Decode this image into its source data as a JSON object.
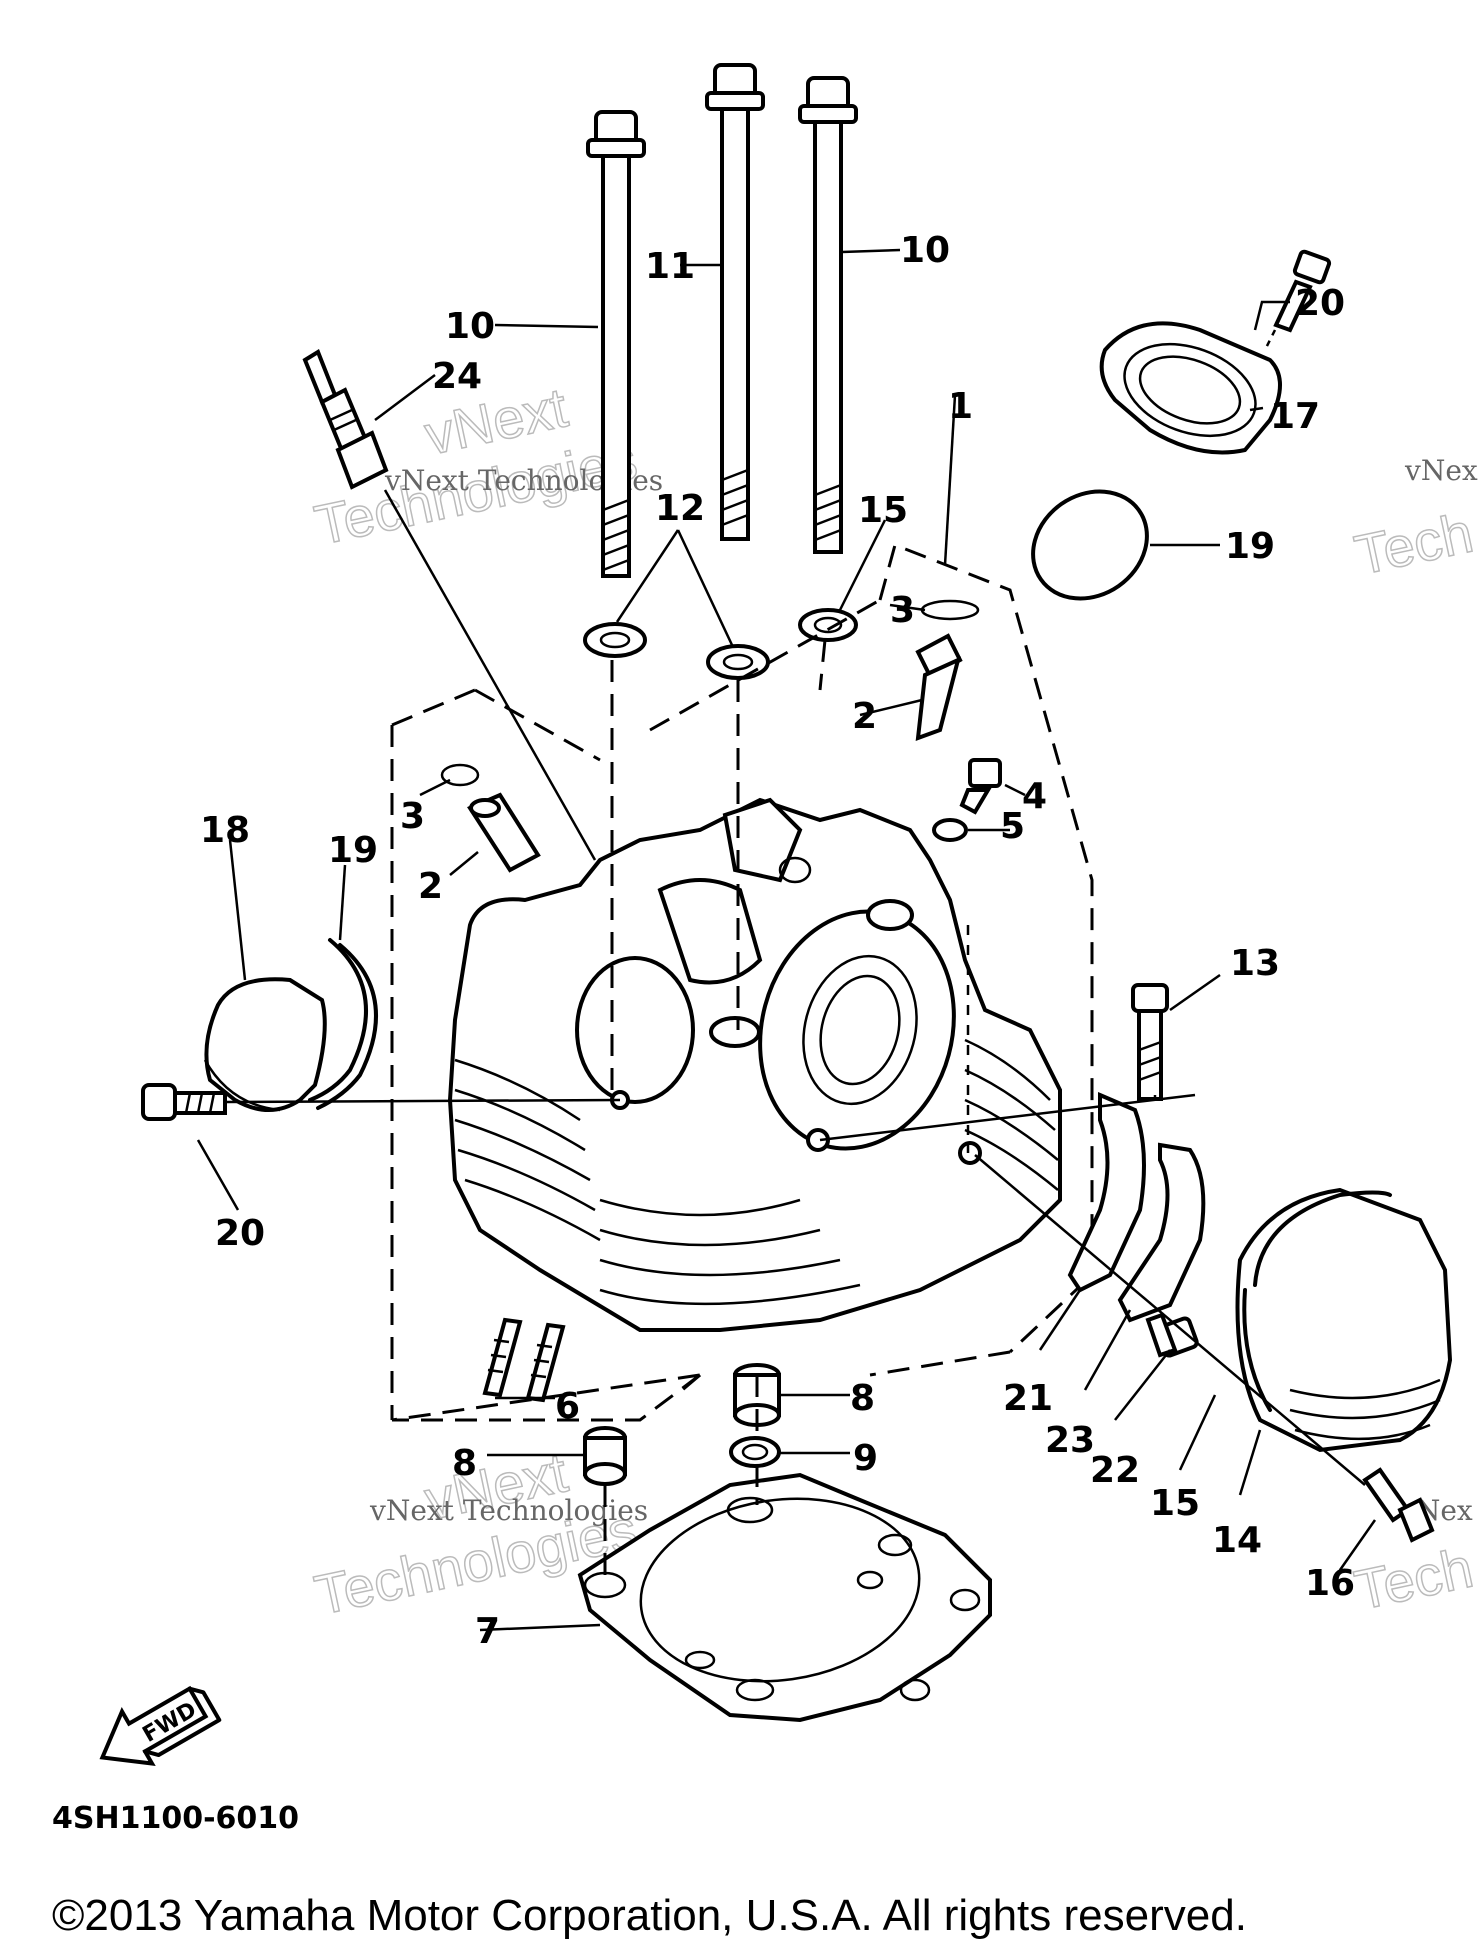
{
  "callouts": [
    "10",
    "11",
    "10",
    "20",
    "24",
    "1",
    "17",
    "12",
    "15",
    "19",
    "3",
    "2",
    "3",
    "4",
    "18",
    "19",
    "2",
    "5",
    "13",
    "20",
    "21",
    "23",
    "22",
    "15",
    "14",
    "16",
    "8",
    "8",
    "9",
    "6",
    "7"
  ],
  "watermark": {
    "small": "vNext Technologies",
    "small_partial": "vNex",
    "large": "Technologies",
    "large_partial": "Tech",
    "brand": "vNext"
  },
  "fwd_label": "FWD",
  "diagram_code": "4SH1100-6010",
  "copyright": "©2013 Yamaha Motor Corporation, U.S.A. All rights reserved."
}
